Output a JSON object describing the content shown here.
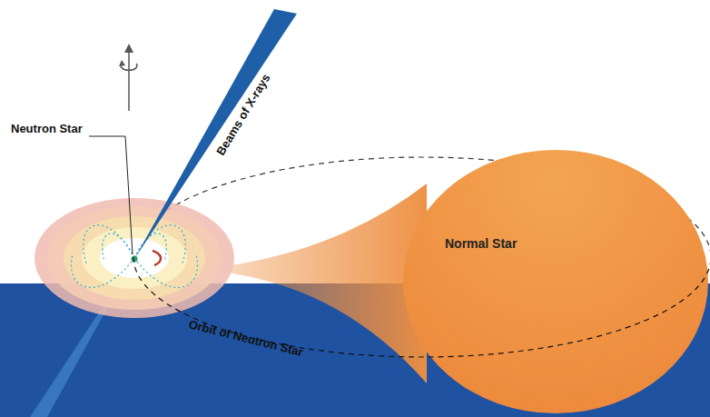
{
  "diagram": {
    "nodes": [
      {
        "text": [
          "Normal Star"
        ]
      }
    ],
    "labels": [
      "Neutron Star",
      "Beams of X-rays",
      "Orbit of Neutron Star"
    ]
  }
}
